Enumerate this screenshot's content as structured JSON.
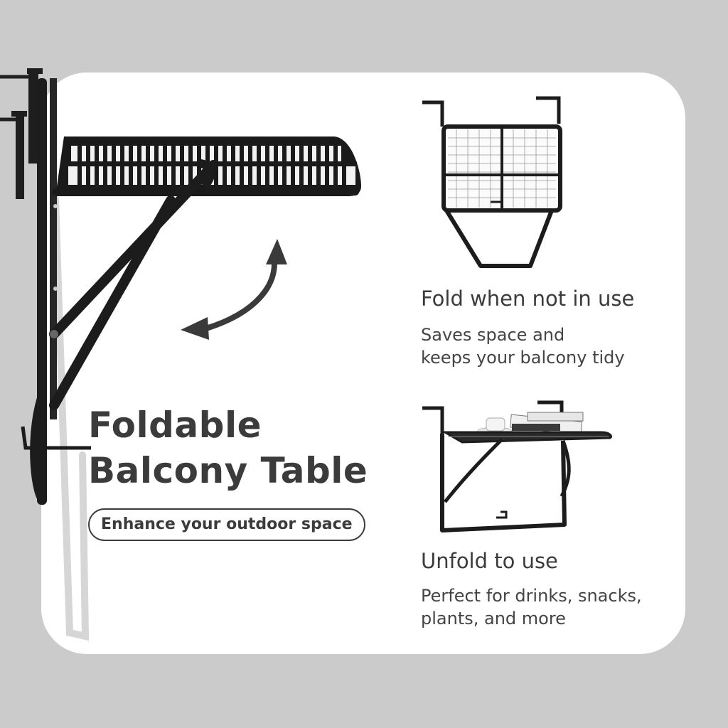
{
  "hero": {
    "title_line1": "Foldable",
    "title_line2": "Balcony Table",
    "tagline": "Enhance your outdoor space"
  },
  "features": [
    {
      "title": "Fold when not in use",
      "desc_line1": "Saves space and",
      "desc_line2": "keeps your balcony tidy"
    },
    {
      "title": "Unfold to use",
      "desc_line1": "Perfect for drinks, snacks,",
      "desc_line2": "plants, and more"
    }
  ],
  "colors": {
    "background": "#cbcbcb",
    "card": "#ffffff",
    "text": "#3b3b3b",
    "metal": "#1c1c1c"
  }
}
